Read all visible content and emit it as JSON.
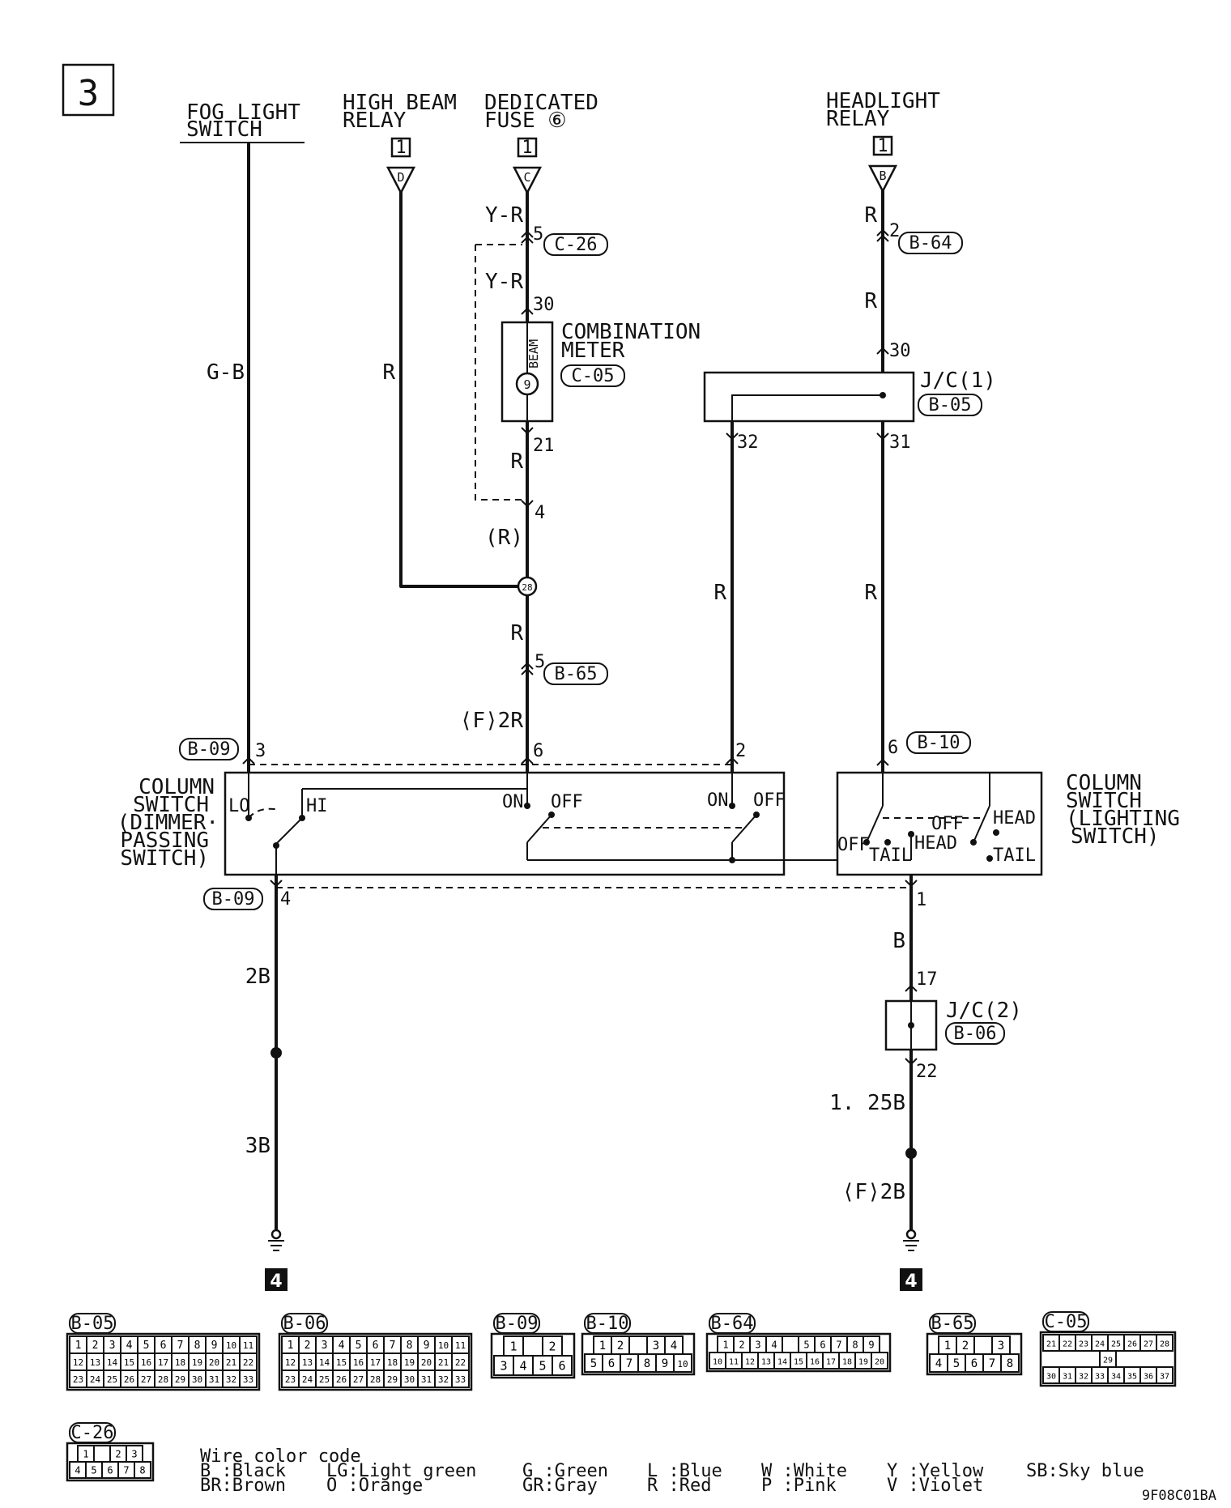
{
  "page_number": "3",
  "source_labels": {
    "fog_light_switch": [
      "FOG LIGHT",
      "SWITCH"
    ],
    "high_beam_relay": [
      "HIGH BEAM",
      "RELAY"
    ],
    "dedicated_fuse": [
      "DEDICATED",
      "FUSE ⑥"
    ],
    "headlight_relay": [
      "HEADLIGHT",
      "RELAY"
    ]
  },
  "page_ref": "1",
  "terminals": {
    "D": "D",
    "C": "C",
    "B": "B"
  },
  "connectors": {
    "c26": "C-26",
    "b64": "B-64",
    "c05": "C-05",
    "b05": "B-05",
    "b65": "B-65",
    "b09": "B-09",
    "b10": "B-10",
    "b06": "B-06"
  },
  "components": {
    "combination_meter": [
      "COMBINATION",
      "METER"
    ],
    "beam": "BEAM",
    "jc1": "J/C(1)",
    "jc2": "J/C(2)",
    "column_switch_dimmer": [
      "COLUMN",
      "SWITCH",
      "(DIMMER·",
      "PASSING",
      "SWITCH)"
    ],
    "column_switch_lighting": [
      "COLUMN",
      "SWITCH",
      "(LIGHTING",
      "SWITCH)"
    ],
    "junction_28": "28"
  },
  "wires": {
    "gb": "G-B",
    "r_high_beam": "R",
    "yr_1": "Y-R",
    "yr_2": "Y-R",
    "r_meter": "R",
    "r_paren": "(R)",
    "r_after_28": "R",
    "f2r": "⟨F⟩2R",
    "r_hl_1": "R",
    "r_hl_2": "R",
    "r_32": "R",
    "r_31": "R",
    "b_ground": "B",
    "w2b": "2B",
    "w3b": "3B",
    "w125b": "1. 25B",
    "f2b": "⟨F⟩2B"
  },
  "pins": {
    "p5_c26": "5",
    "p30_meter": "30",
    "p21": "21",
    "p4_mid": "4",
    "p5_b65": "5",
    "p6_dimmer": "6",
    "p3": "3",
    "p2_dimmer": "2",
    "p4_b09": "4",
    "p2_b64": "2",
    "p30_jc": "30",
    "p32": "32",
    "p31": "31",
    "p6_b10": "6",
    "p1": "1",
    "p17": "17",
    "p22": "22"
  },
  "switch_labels": {
    "lo": "LO",
    "hi": "HI",
    "on1": "ON",
    "off1": "OFF",
    "on2": "ON",
    "off2": "OFF",
    "off_l": "OFF",
    "tail_l": "TAIL",
    "head_l": "HEAD",
    "off_r": "OFF",
    "head_r": "HEAD",
    "tail_r": "TAIL"
  },
  "ground_refs": {
    "left": "4",
    "right": "4"
  },
  "connector_views": [
    {
      "name": "B-05",
      "rows": [
        [
          "1",
          "2",
          "3",
          "4",
          "5",
          "6",
          "7",
          "8",
          "9",
          "10",
          "11"
        ],
        [
          "12",
          "13",
          "14",
          "15",
          "16",
          "17",
          "18",
          "19",
          "20",
          "21",
          "22"
        ],
        [
          "23",
          "24",
          "25",
          "26",
          "27",
          "28",
          "29",
          "30",
          "31",
          "32",
          "33"
        ]
      ]
    },
    {
      "name": "B-06",
      "rows": [
        [
          "1",
          "2",
          "3",
          "4",
          "5",
          "6",
          "7",
          "8",
          "9",
          "10",
          "11"
        ],
        [
          "12",
          "13",
          "14",
          "15",
          "16",
          "17",
          "18",
          "19",
          "20",
          "21",
          "22"
        ],
        [
          "23",
          "24",
          "25",
          "26",
          "27",
          "28",
          "29",
          "30",
          "31",
          "32",
          "33"
        ]
      ]
    },
    {
      "name": "B-09",
      "rows": [
        [
          "1",
          "",
          "2"
        ],
        [
          "3",
          "4",
          "5",
          "6"
        ]
      ]
    },
    {
      "name": "B-10",
      "rows": [
        [
          "1",
          "2",
          "",
          "3",
          "4"
        ],
        [
          "5",
          "6",
          "7",
          "8",
          "9",
          "10"
        ]
      ]
    },
    {
      "name": "B-64",
      "rows": [
        [
          "1",
          "2",
          "3",
          "4",
          "",
          "5",
          "6",
          "7",
          "8",
          "9"
        ],
        [
          "10",
          "11",
          "12",
          "13",
          "14",
          "15",
          "16",
          "17",
          "18",
          "19",
          "20"
        ]
      ]
    },
    {
      "name": "B-65",
      "rows": [
        [
          "1",
          "2",
          "",
          "3"
        ],
        [
          "4",
          "5",
          "6",
          "7",
          "8"
        ]
      ]
    },
    {
      "name": "C-05",
      "rows": [
        [
          "21",
          "22",
          "23",
          "24",
          "25",
          "26",
          "27",
          "28"
        ],
        [
          "29"
        ],
        [
          "30",
          "31",
          "32",
          "33",
          "34",
          "35",
          "36",
          "37"
        ]
      ]
    },
    {
      "name": "C-26",
      "rows": [
        [
          "1",
          "",
          "2",
          "3"
        ],
        [
          "4",
          "5",
          "6",
          "7",
          "8"
        ]
      ]
    }
  ],
  "legend": {
    "title": "Wire color code",
    "items": [
      [
        "B :Black",
        "BR:Brown"
      ],
      [
        "LG:Light green",
        "O :Orange"
      ],
      [
        "G :Green",
        "GR:Gray"
      ],
      [
        "L :Blue",
        "R :Red"
      ],
      [
        "W :White",
        "P :Pink"
      ],
      [
        "Y :Yellow",
        "V :Violet"
      ],
      [
        "SB:Sky blue"
      ]
    ]
  },
  "figure_code": "9F08C01BA"
}
